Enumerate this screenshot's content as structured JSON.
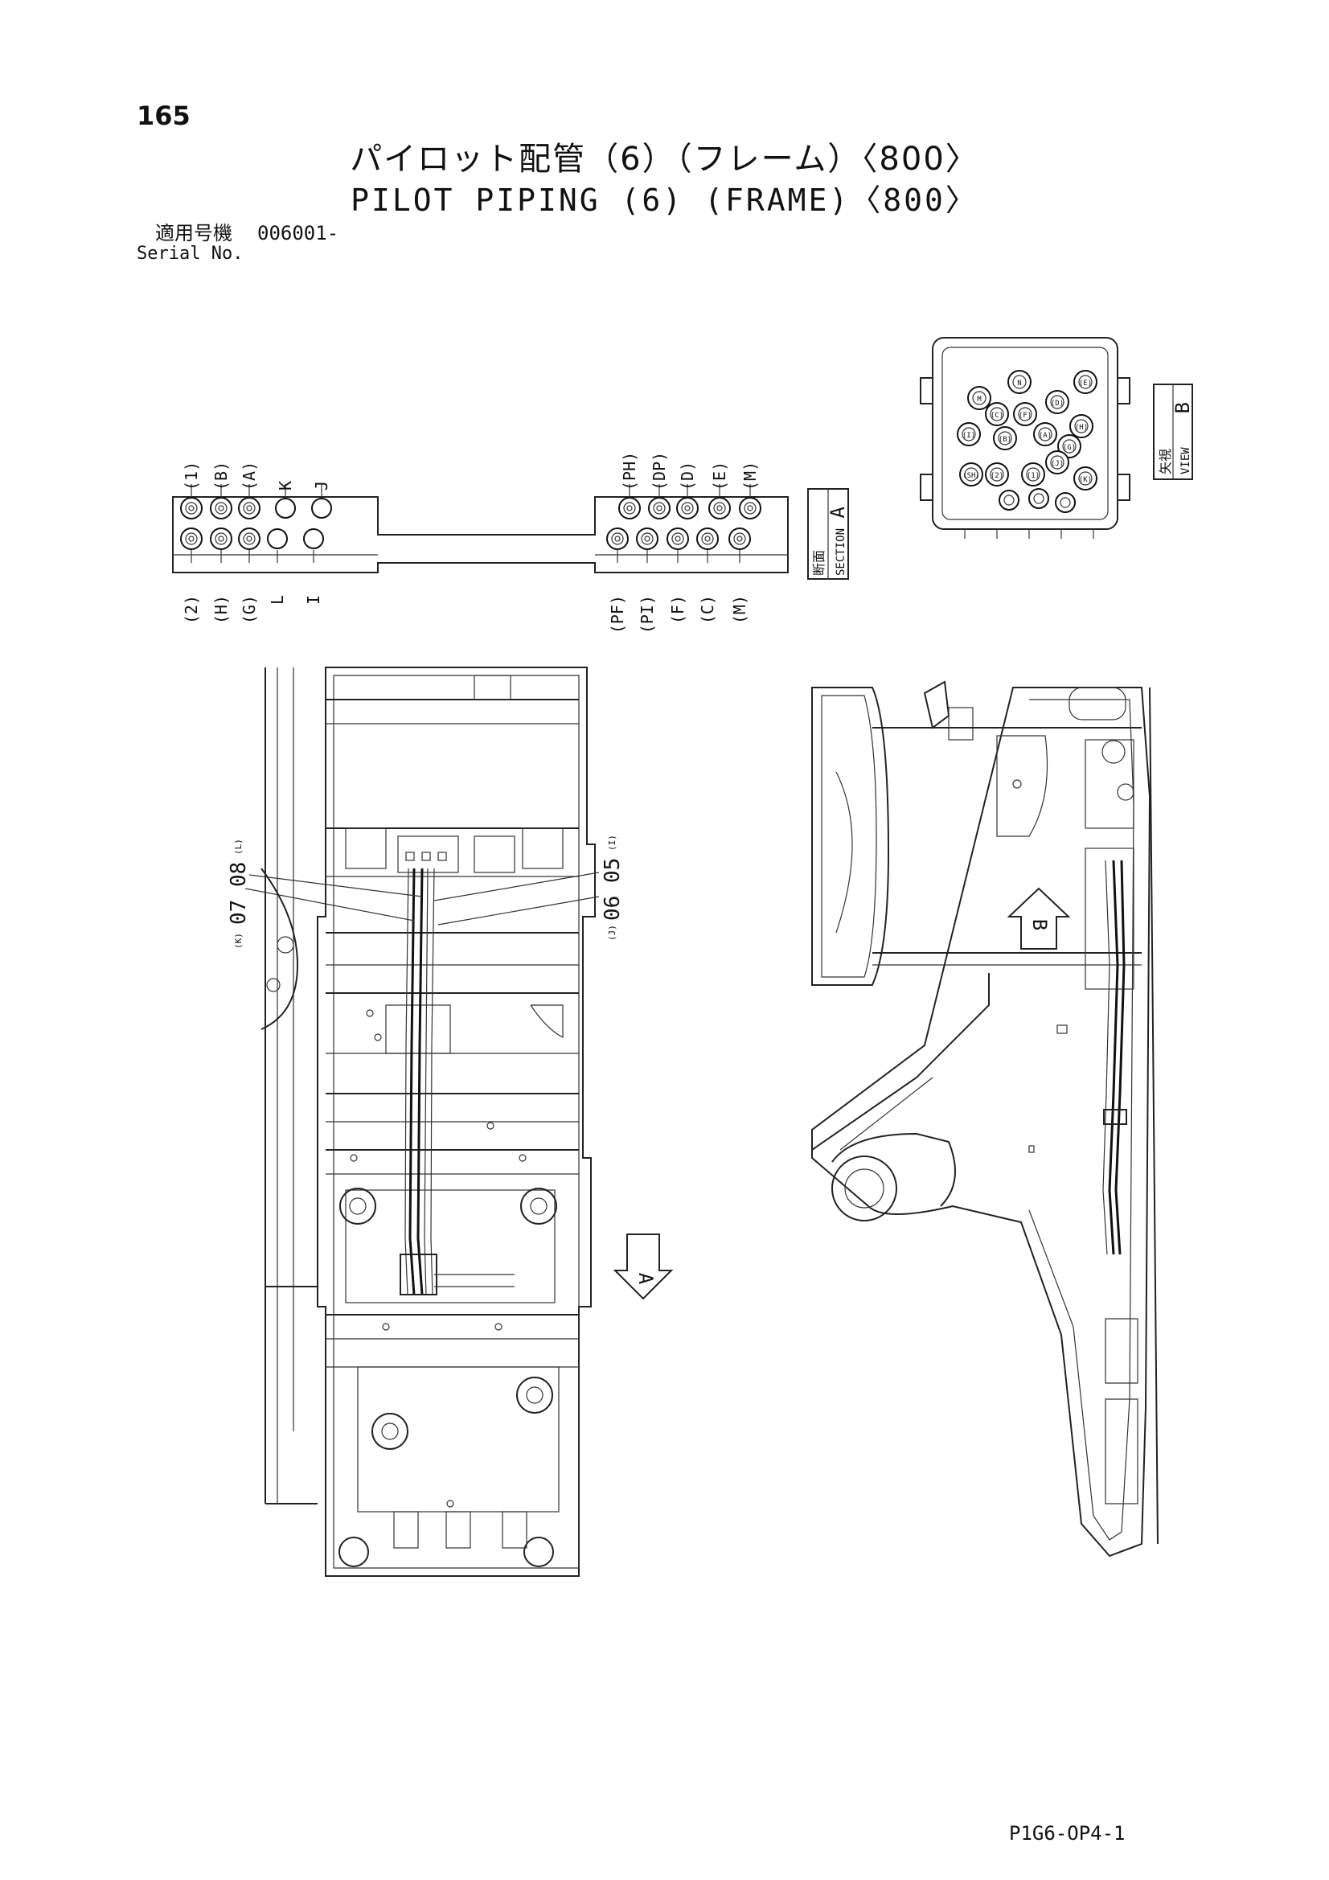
{
  "page": {
    "number": "165",
    "title_jp": "パイロット配管（6）（フレーム）〈800〉",
    "title_en": "PILOT PIPING (6) (FRAME)〈800〉",
    "serial_label_jp": "適用号機",
    "serial_value": "006001-",
    "serial_label_en": "Serial No.",
    "doc_code": "P1G6-OP4-1"
  },
  "section_a": {
    "label_jp": "断面",
    "label_en": "SECTION",
    "letter": "A",
    "left_top_ports": [
      "(1)",
      "(B)",
      "(A)",
      "K",
      "J"
    ],
    "left_bottom_ports": [
      "(2)",
      "(H)",
      "(G)",
      "L",
      "I"
    ],
    "right_top_ports": [
      "(PH)",
      "(DP)",
      "(D)",
      "(E)",
      "(M)"
    ],
    "right_bottom_ports": [
      "(PF)",
      "(PI)",
      "(F)",
      "(C)",
      "(M)"
    ]
  },
  "view_b": {
    "label_jp": "矢視",
    "label_en": "VIEW",
    "letter": "B",
    "port_labels": [
      "N",
      "M",
      "(C)",
      "(F)",
      "(D)",
      "(E)",
      "(I)",
      "(B)",
      "(A)",
      "(H)",
      "(G)",
      "(SH)",
      "(2)",
      "(1)",
      "(J)",
      "(K)"
    ]
  },
  "callouts": {
    "left_label": "07 08",
    "left_prefix": "(K)",
    "left_suffix": "(L)",
    "right_label": "06 05",
    "right_prefix": "(J)",
    "right_suffix": "(I)"
  },
  "view_markers": {
    "a": "A",
    "b": "B"
  }
}
